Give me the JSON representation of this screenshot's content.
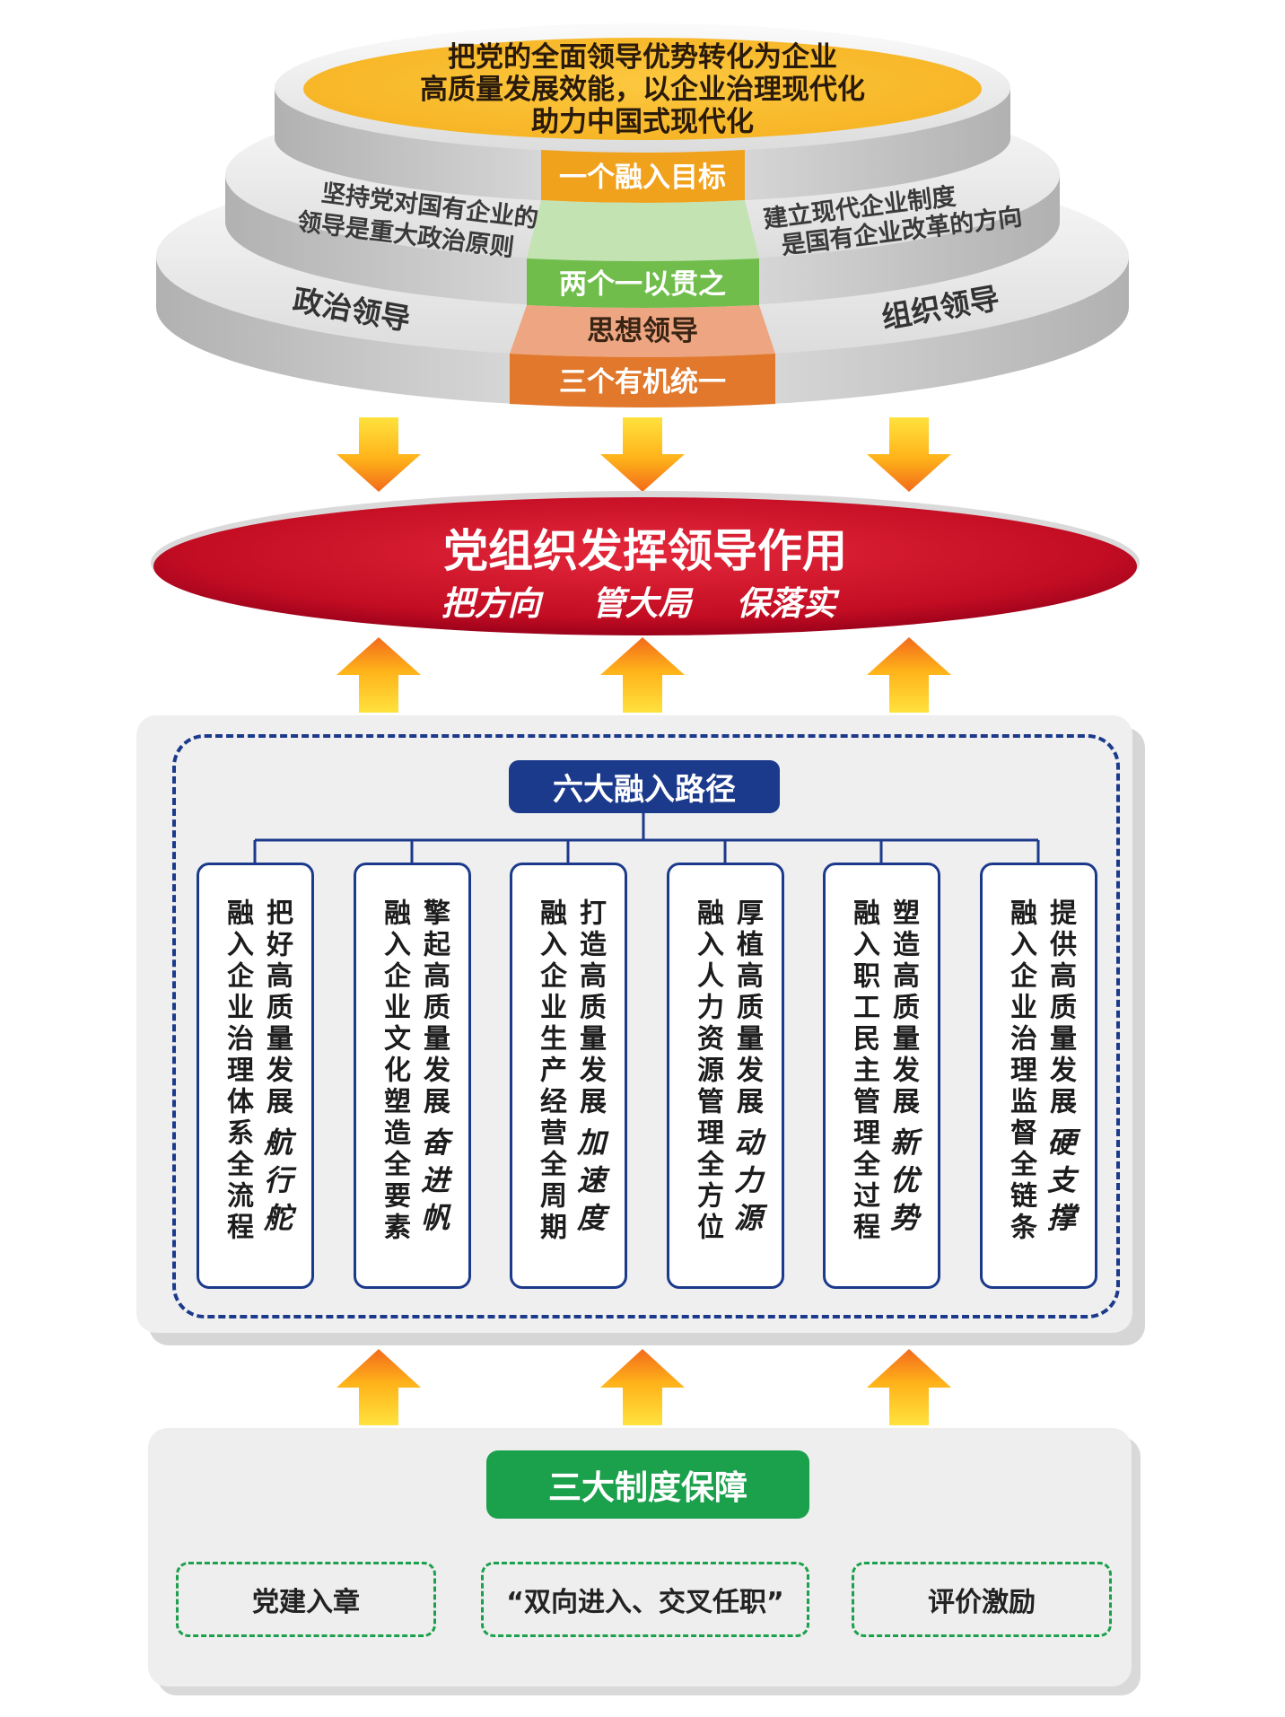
{
  "pedestal": {
    "goal_lines": [
      "把党的全面领导优势转化为企业",
      "高质量发展效能，以企业治理现代化",
      "助力中国式现代化"
    ],
    "column": {
      "goal_label": "一个融入目标",
      "consistency_label": "两个一以贯之",
      "ideological_label": "思想领导",
      "unity_label": "三个有机统一"
    },
    "left_principle": [
      "坚持党对国有企业的",
      "领导是重大政治原则"
    ],
    "right_principle": [
      "建立现代企业制度",
      "是国有企业改革的方向"
    ],
    "political_label": "政治领导",
    "organizational_label": "组织领导"
  },
  "leadership": {
    "title": "党组织发挥领导作用",
    "roles": [
      "把方向",
      "管大局",
      "保落实"
    ]
  },
  "paths": {
    "title": "六大融入路径",
    "items": [
      {
        "goal": "把好高质量发展",
        "emphasis": "航行舵",
        "scope": "融入企业治理体系全流程"
      },
      {
        "goal": "擎起高质量发展",
        "emphasis": "奋进帆",
        "scope": "融入企业文化塑造全要素"
      },
      {
        "goal": "打造高质量发展",
        "emphasis": "加速度",
        "scope": "融入企业生产经营全周期"
      },
      {
        "goal": "厚植高质量发展",
        "emphasis": "动力源",
        "scope": "融入人力资源管理全方位"
      },
      {
        "goal": "塑造高质量发展",
        "emphasis": "新优势",
        "scope": "融入职工民主管理全过程"
      },
      {
        "goal": "提供高质量发展",
        "emphasis": "硬支撑",
        "scope": "融入企业治理监督全链条"
      }
    ]
  },
  "guarantees": {
    "title": "三大制度保障",
    "items": [
      "党建入章",
      "“双向进入、交叉任职”",
      "评价激励"
    ]
  },
  "colors": {
    "goal_orange": "#f6b323",
    "column_orange": "#f1a21d",
    "column_light_green": "#c3e3b3",
    "column_green": "#70bd4b",
    "column_salmon": "#eea682",
    "column_burnt_orange": "#e1782c",
    "leadership_red": "#c30d23",
    "navy": "#1c3a8c",
    "guarantee_green": "#1ba04b",
    "arrow_yellow": "#ffe23d",
    "arrow_orange": "#f26a1b"
  }
}
